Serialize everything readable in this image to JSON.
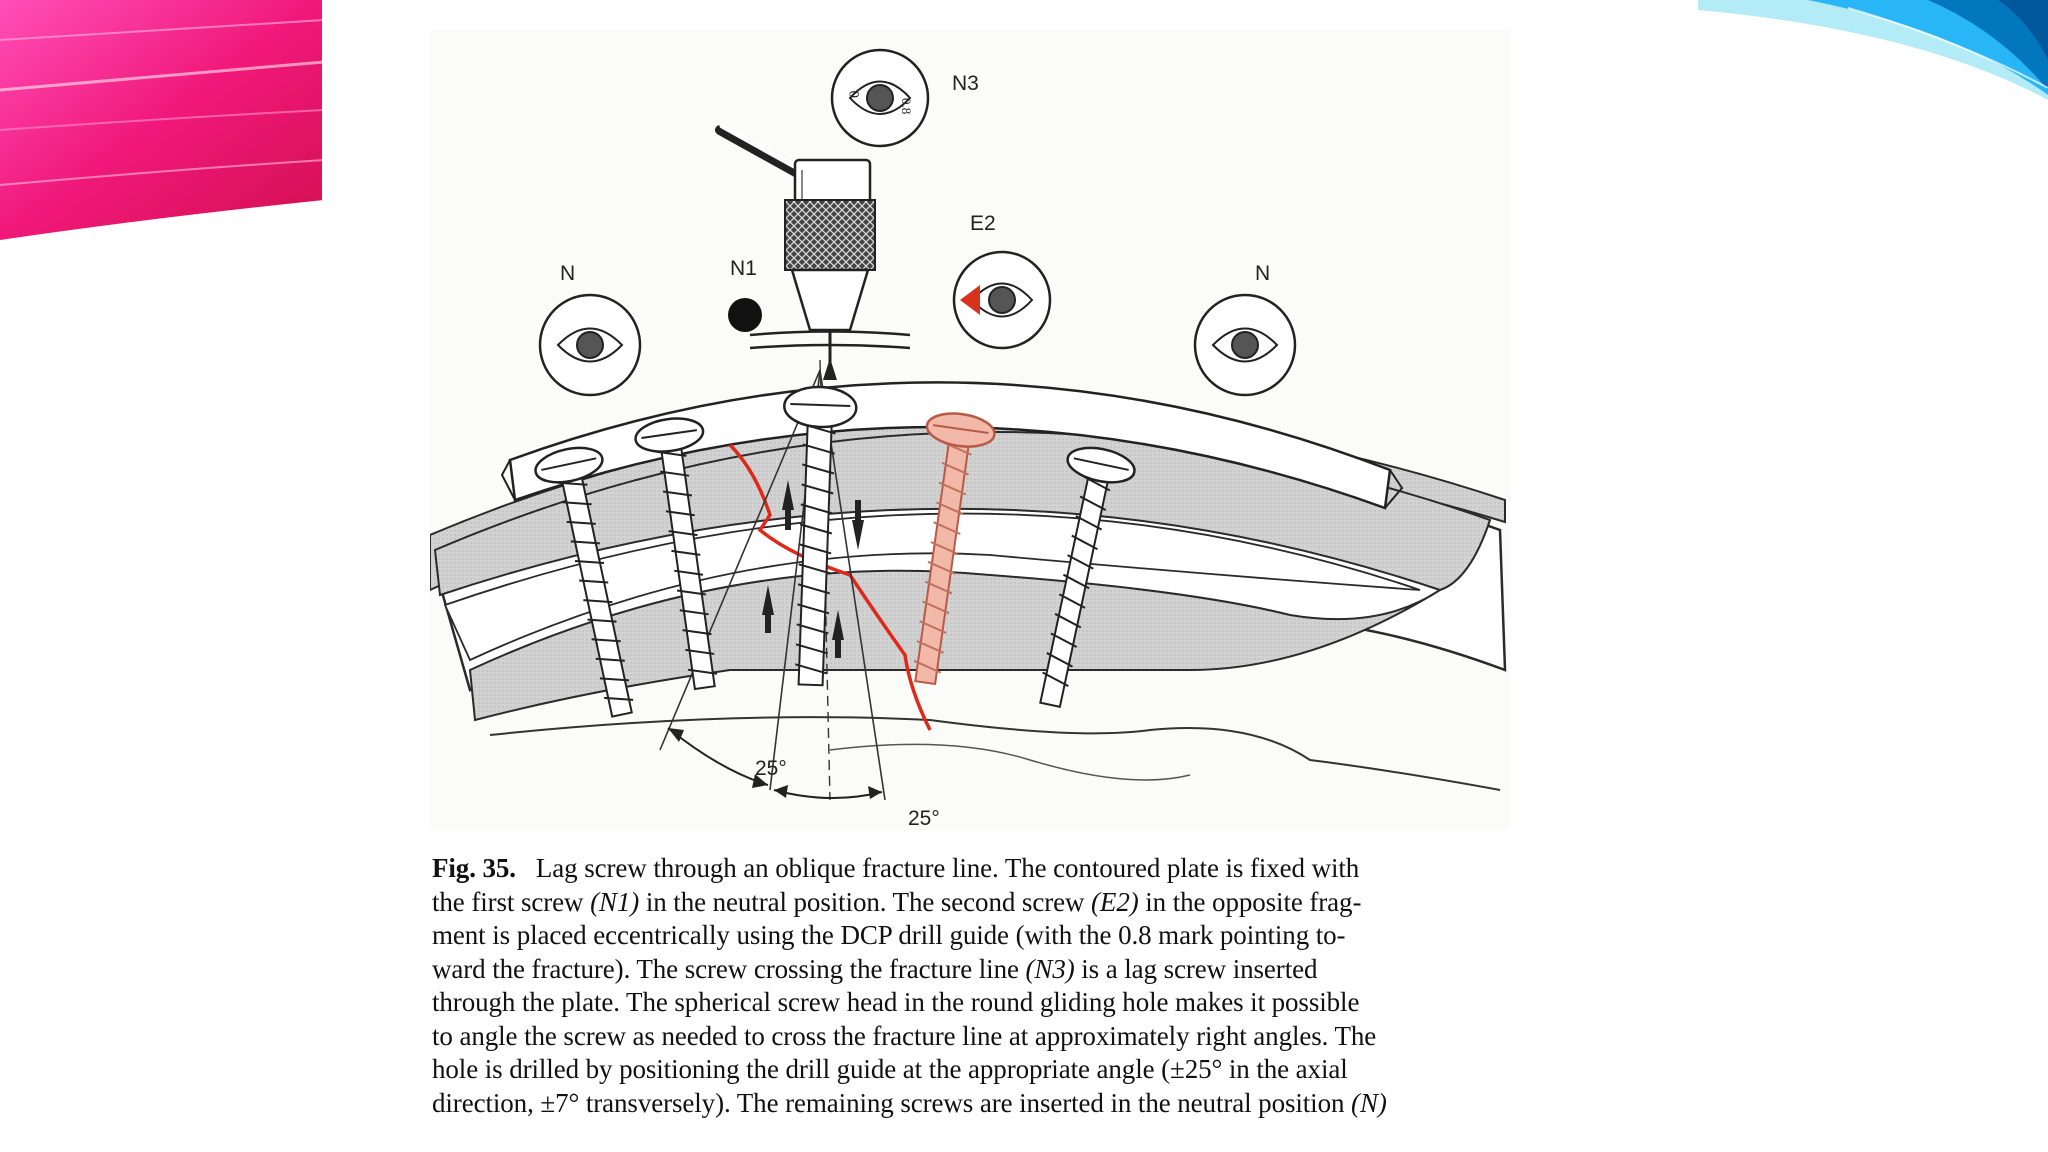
{
  "figure": {
    "labels": {
      "n3": "N3",
      "e2": "E2",
      "n_left": "N",
      "n1": "N1",
      "n_right": "N",
      "angle_left": "25°",
      "angle_bottom": "25°"
    },
    "guide_mark_08": "0.8",
    "guide_mark_0": "0",
    "colors": {
      "fracture_line": "#e0281a",
      "eccentric_screw": "#f2b8a8",
      "bone_cortex": "#d4d4d4",
      "ink": "#2a2a2a",
      "arrow_red": "#d8321e"
    }
  },
  "caption": {
    "fig_label": "Fig. 35.",
    "line1": "Lag screw through an oblique fracture line. The contoured plate is fixed with",
    "line2_a": "the first screw ",
    "line2_n1": "(N1)",
    "line2_b": " in the neutral position. The second screw ",
    "line2_e2": "(E2)",
    "line2_c": " in the opposite frag-",
    "line3": "ment is placed eccentrically using the DCP drill guide (with the 0.8 mark pointing to-",
    "line4_a": "ward the fracture). The screw crossing the fracture line ",
    "line4_n3": "(N3)",
    "line4_b": " is a lag screw inserted",
    "line5": "through the plate. The spherical screw head in the round gliding hole makes it possible",
    "line6": "to angle the screw as needed to cross the fracture line at approximately right angles. The",
    "line7": "hole is drilled by positioning the drill guide at the appropriate angle (±25° in the axial",
    "line8_a": "direction, ±7° transversely). The remaining screws are inserted in the neutral position ",
    "line8_n": "(N)"
  },
  "decoration": {
    "left_colors": [
      "#ff1f6e",
      "#ff3fa8",
      "#e21a90",
      "#ff6fc8"
    ],
    "right_colors": [
      "#29b6f6",
      "#0288d1",
      "#01579b",
      "#80deea"
    ]
  }
}
